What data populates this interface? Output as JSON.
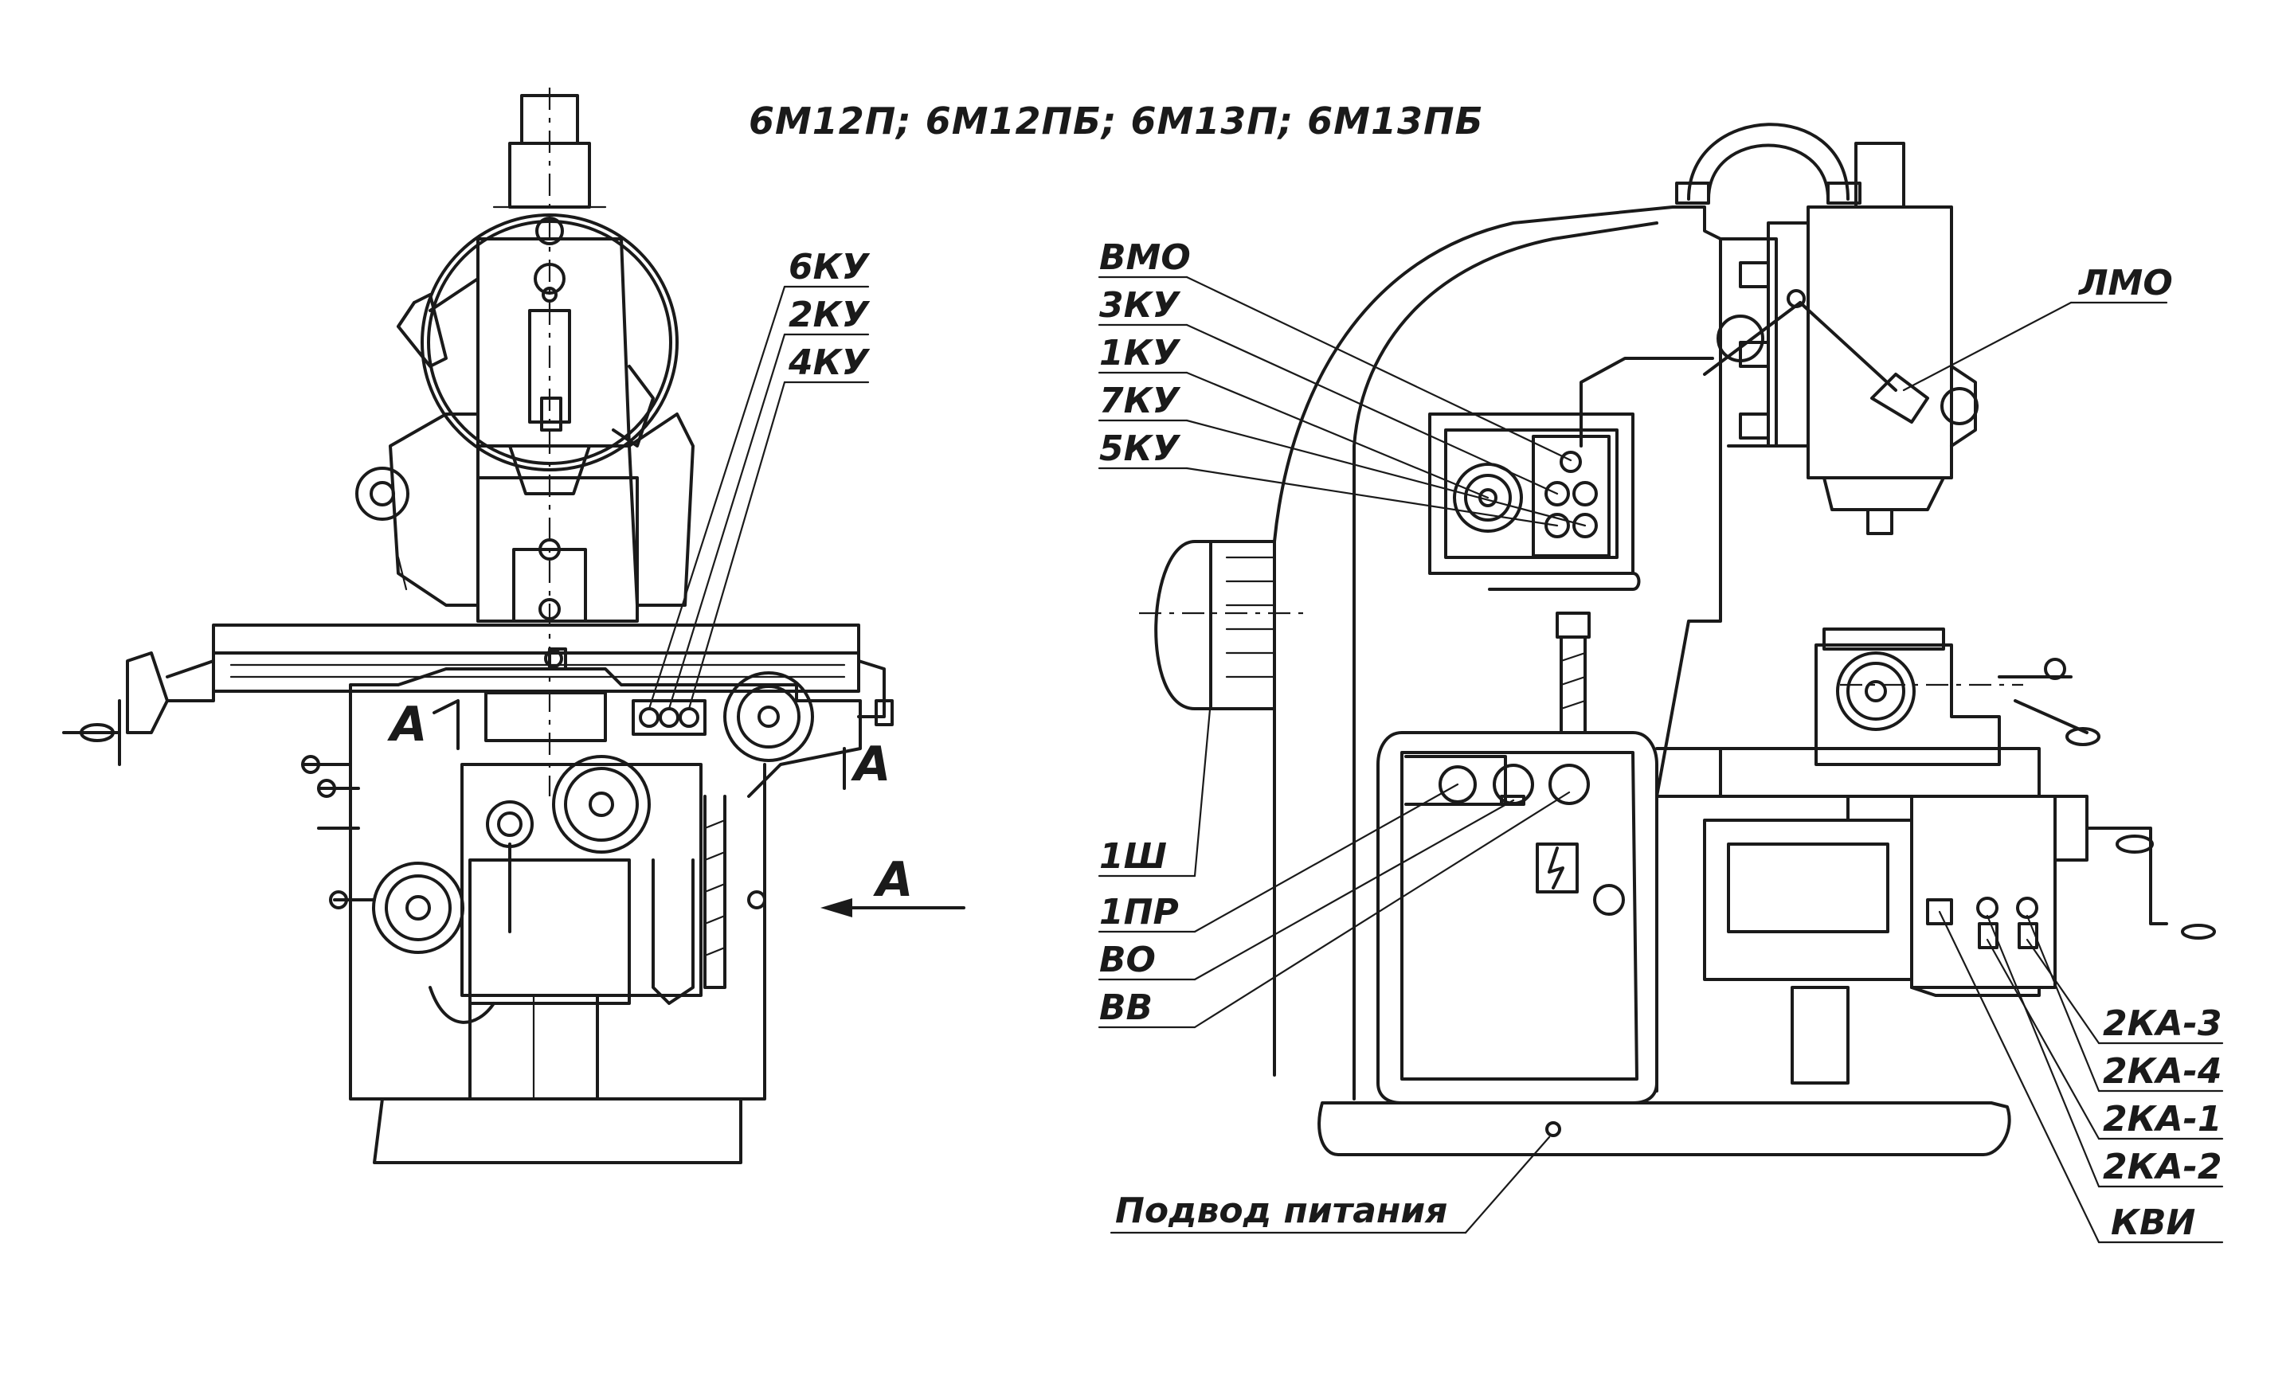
{
  "title": "6М12П;   6М12ПБ; 6М13П; 6М13ПБ",
  "left_view": {
    "labels": [
      "6КУ",
      "2КУ",
      "4КУ"
    ],
    "section_marks": [
      "А",
      "А",
      "А"
    ]
  },
  "right_view": {
    "labels_top_left": [
      "ВМО",
      "3КУ",
      "1КУ",
      "7КУ",
      "5КУ"
    ],
    "label_lamp": "ЛМО",
    "labels_bottom_left": [
      "1Ш",
      "1ПР",
      "ВО",
      "ВВ"
    ],
    "labels_bottom_right": [
      "2КА-3",
      "2КА-4",
      "2КА-1",
      "2КА-2",
      "КВИ"
    ],
    "power_label": "Подвод питания"
  }
}
